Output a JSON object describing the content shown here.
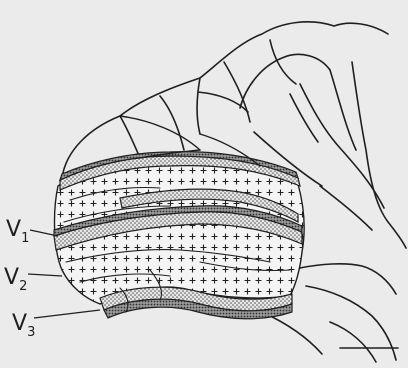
{
  "labels": [
    {
      "main": "V",
      "sub": "1"
    },
    {
      "main": "V",
      "sub": "2"
    },
    {
      "main": "V",
      "sub": "3"
    }
  ],
  "colors": {
    "background": "#ebebeb",
    "ink": "#1f1f1f",
    "v1_fill": "#f2f2f2",
    "v2_stipple": "#9a9a9a",
    "v3_band": "#7a7a7a"
  },
  "icons": {
    "v1-area": "cross-hatched-plus-pattern",
    "v2-band": "stippled-dots-pattern",
    "v3-band": "dense-dark-stipple-pattern"
  }
}
